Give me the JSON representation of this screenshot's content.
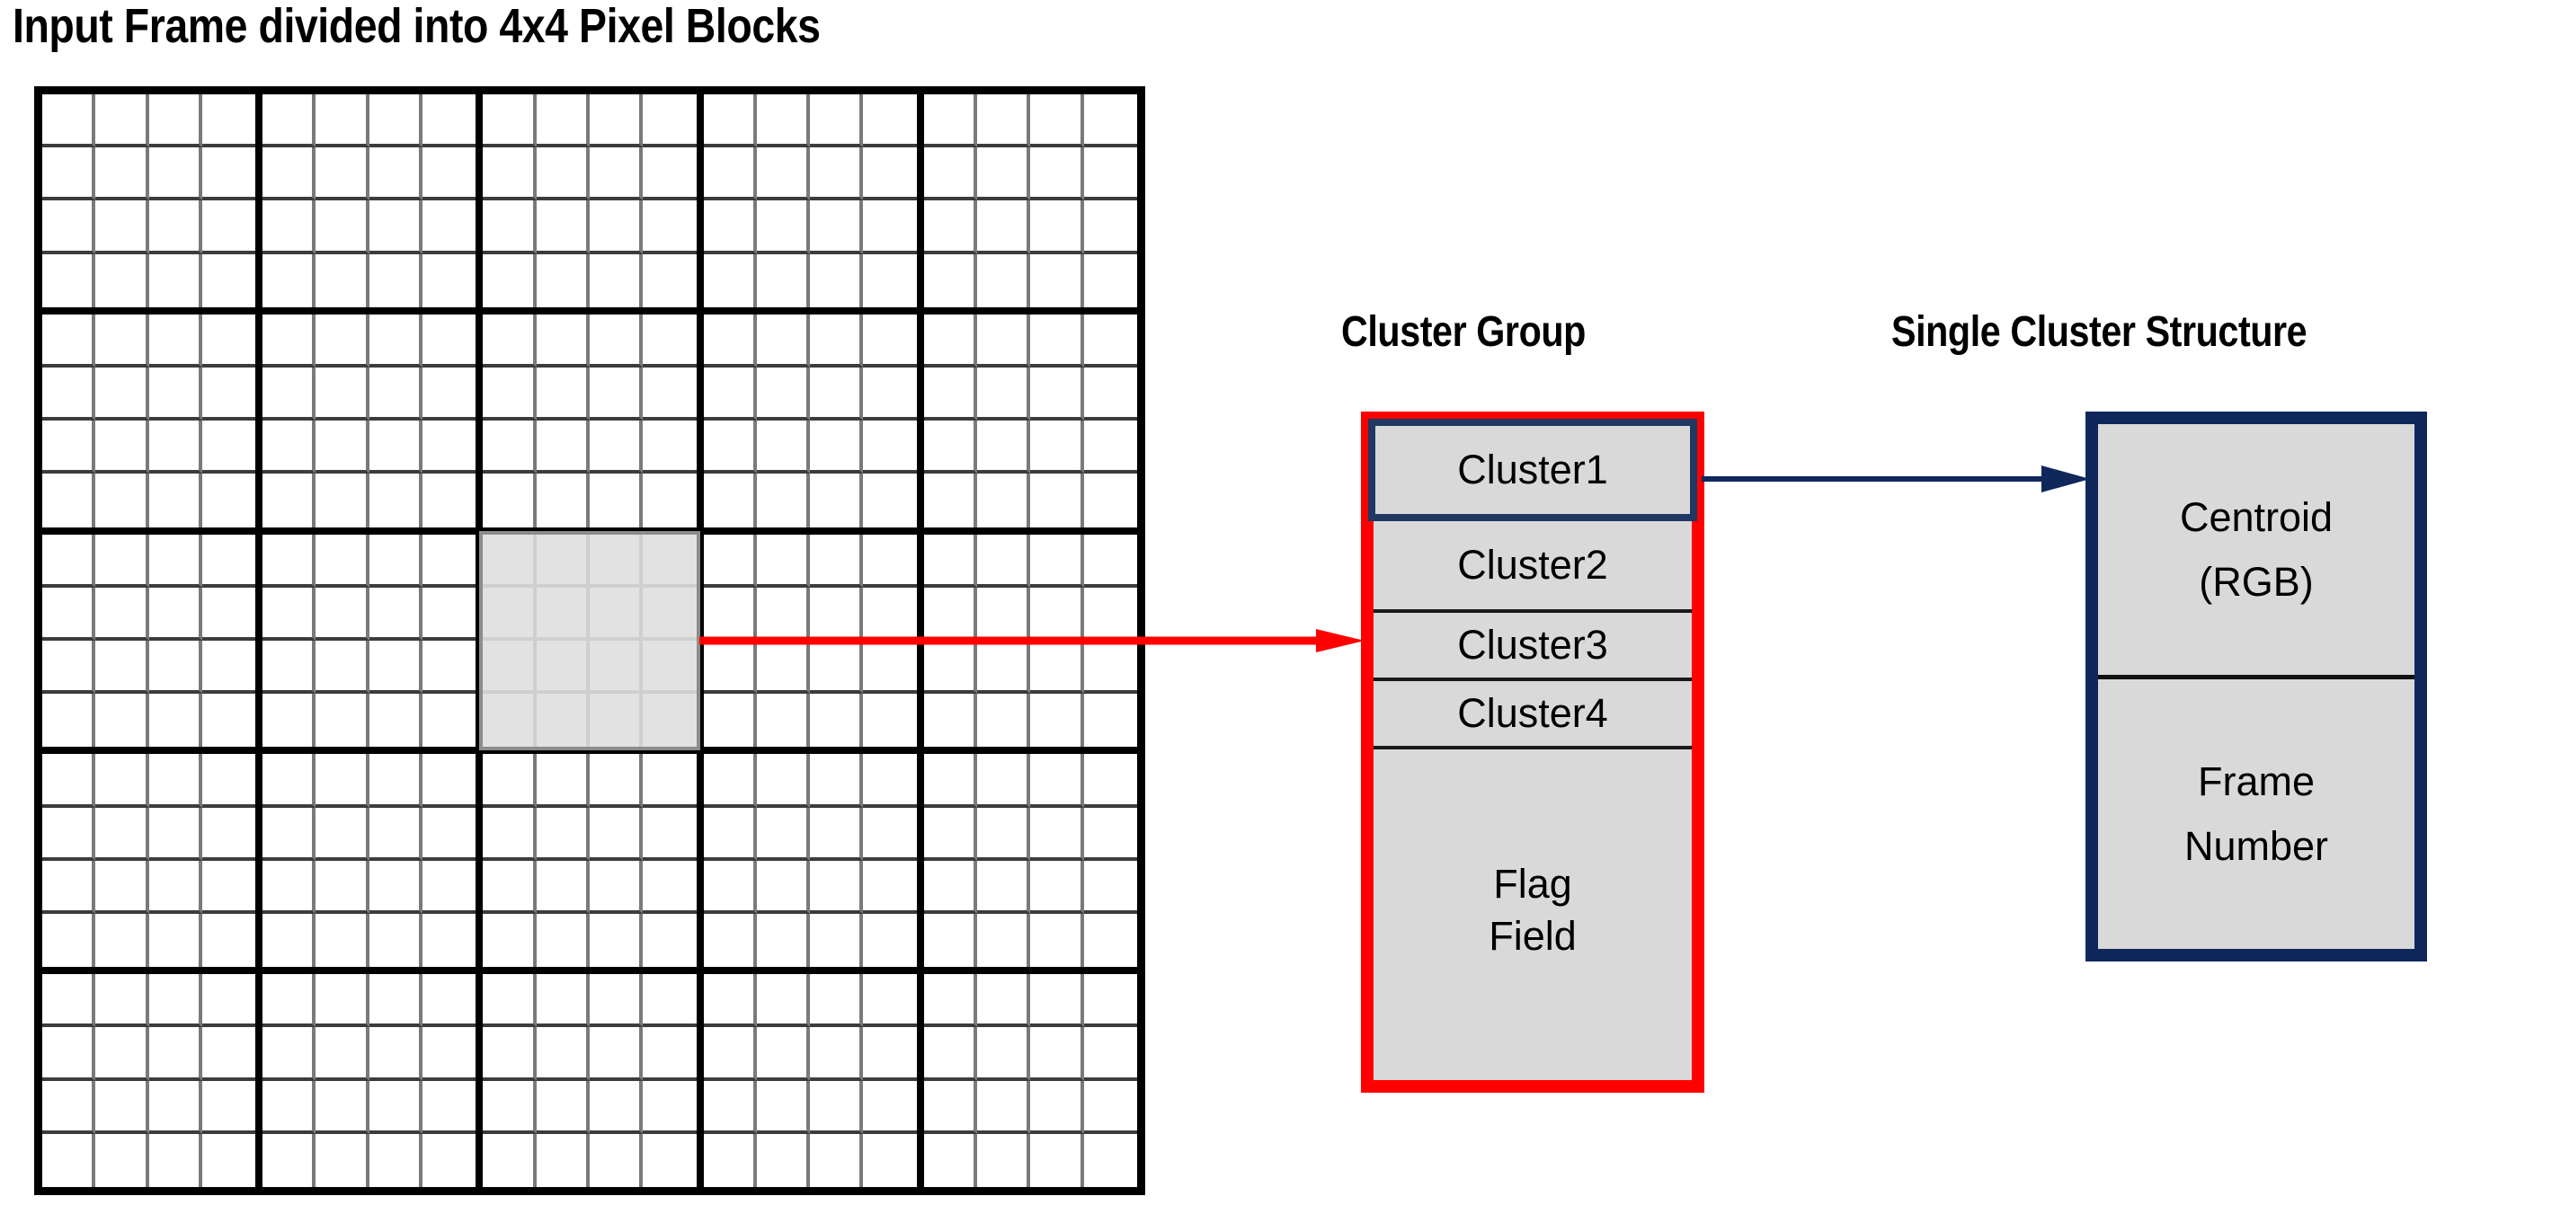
{
  "frame_panel": {
    "title": "Input Frame divided into 4x4 Pixel Blocks",
    "grid": {
      "blocks_across": 5,
      "blocks_down": 5,
      "pixels_per_block": "4x4",
      "highlighted_block": {
        "row": 3,
        "col": 3
      }
    }
  },
  "cluster_group": {
    "title": "Cluster Group",
    "border_color": "#ff0000",
    "highlight_border_color": "#1f3864",
    "cell_fill": "#d9d9d9",
    "rows": [
      {
        "label": "Cluster1",
        "highlighted": true
      },
      {
        "label": "Cluster2",
        "highlighted": false
      },
      {
        "label": "Cluster3",
        "highlighted": false
      },
      {
        "label": "Cluster4",
        "highlighted": false
      }
    ],
    "flag_field": {
      "line1": "Flag",
      "line2": "Field"
    }
  },
  "single_cluster": {
    "title": "Single Cluster Structure",
    "border_color": "#10275c",
    "cell_fill": "#d9d9d9",
    "centroid": {
      "line1": "Centroid",
      "line2": "(RGB)"
    },
    "frame_number": {
      "line1": "Frame",
      "line2": "Number"
    }
  },
  "connectors": {
    "block_to_group": {
      "name": "red-arrow",
      "color": "#ff0000"
    },
    "cluster1_to_structure": {
      "name": "navy-arrow",
      "color": "#10275c"
    }
  }
}
